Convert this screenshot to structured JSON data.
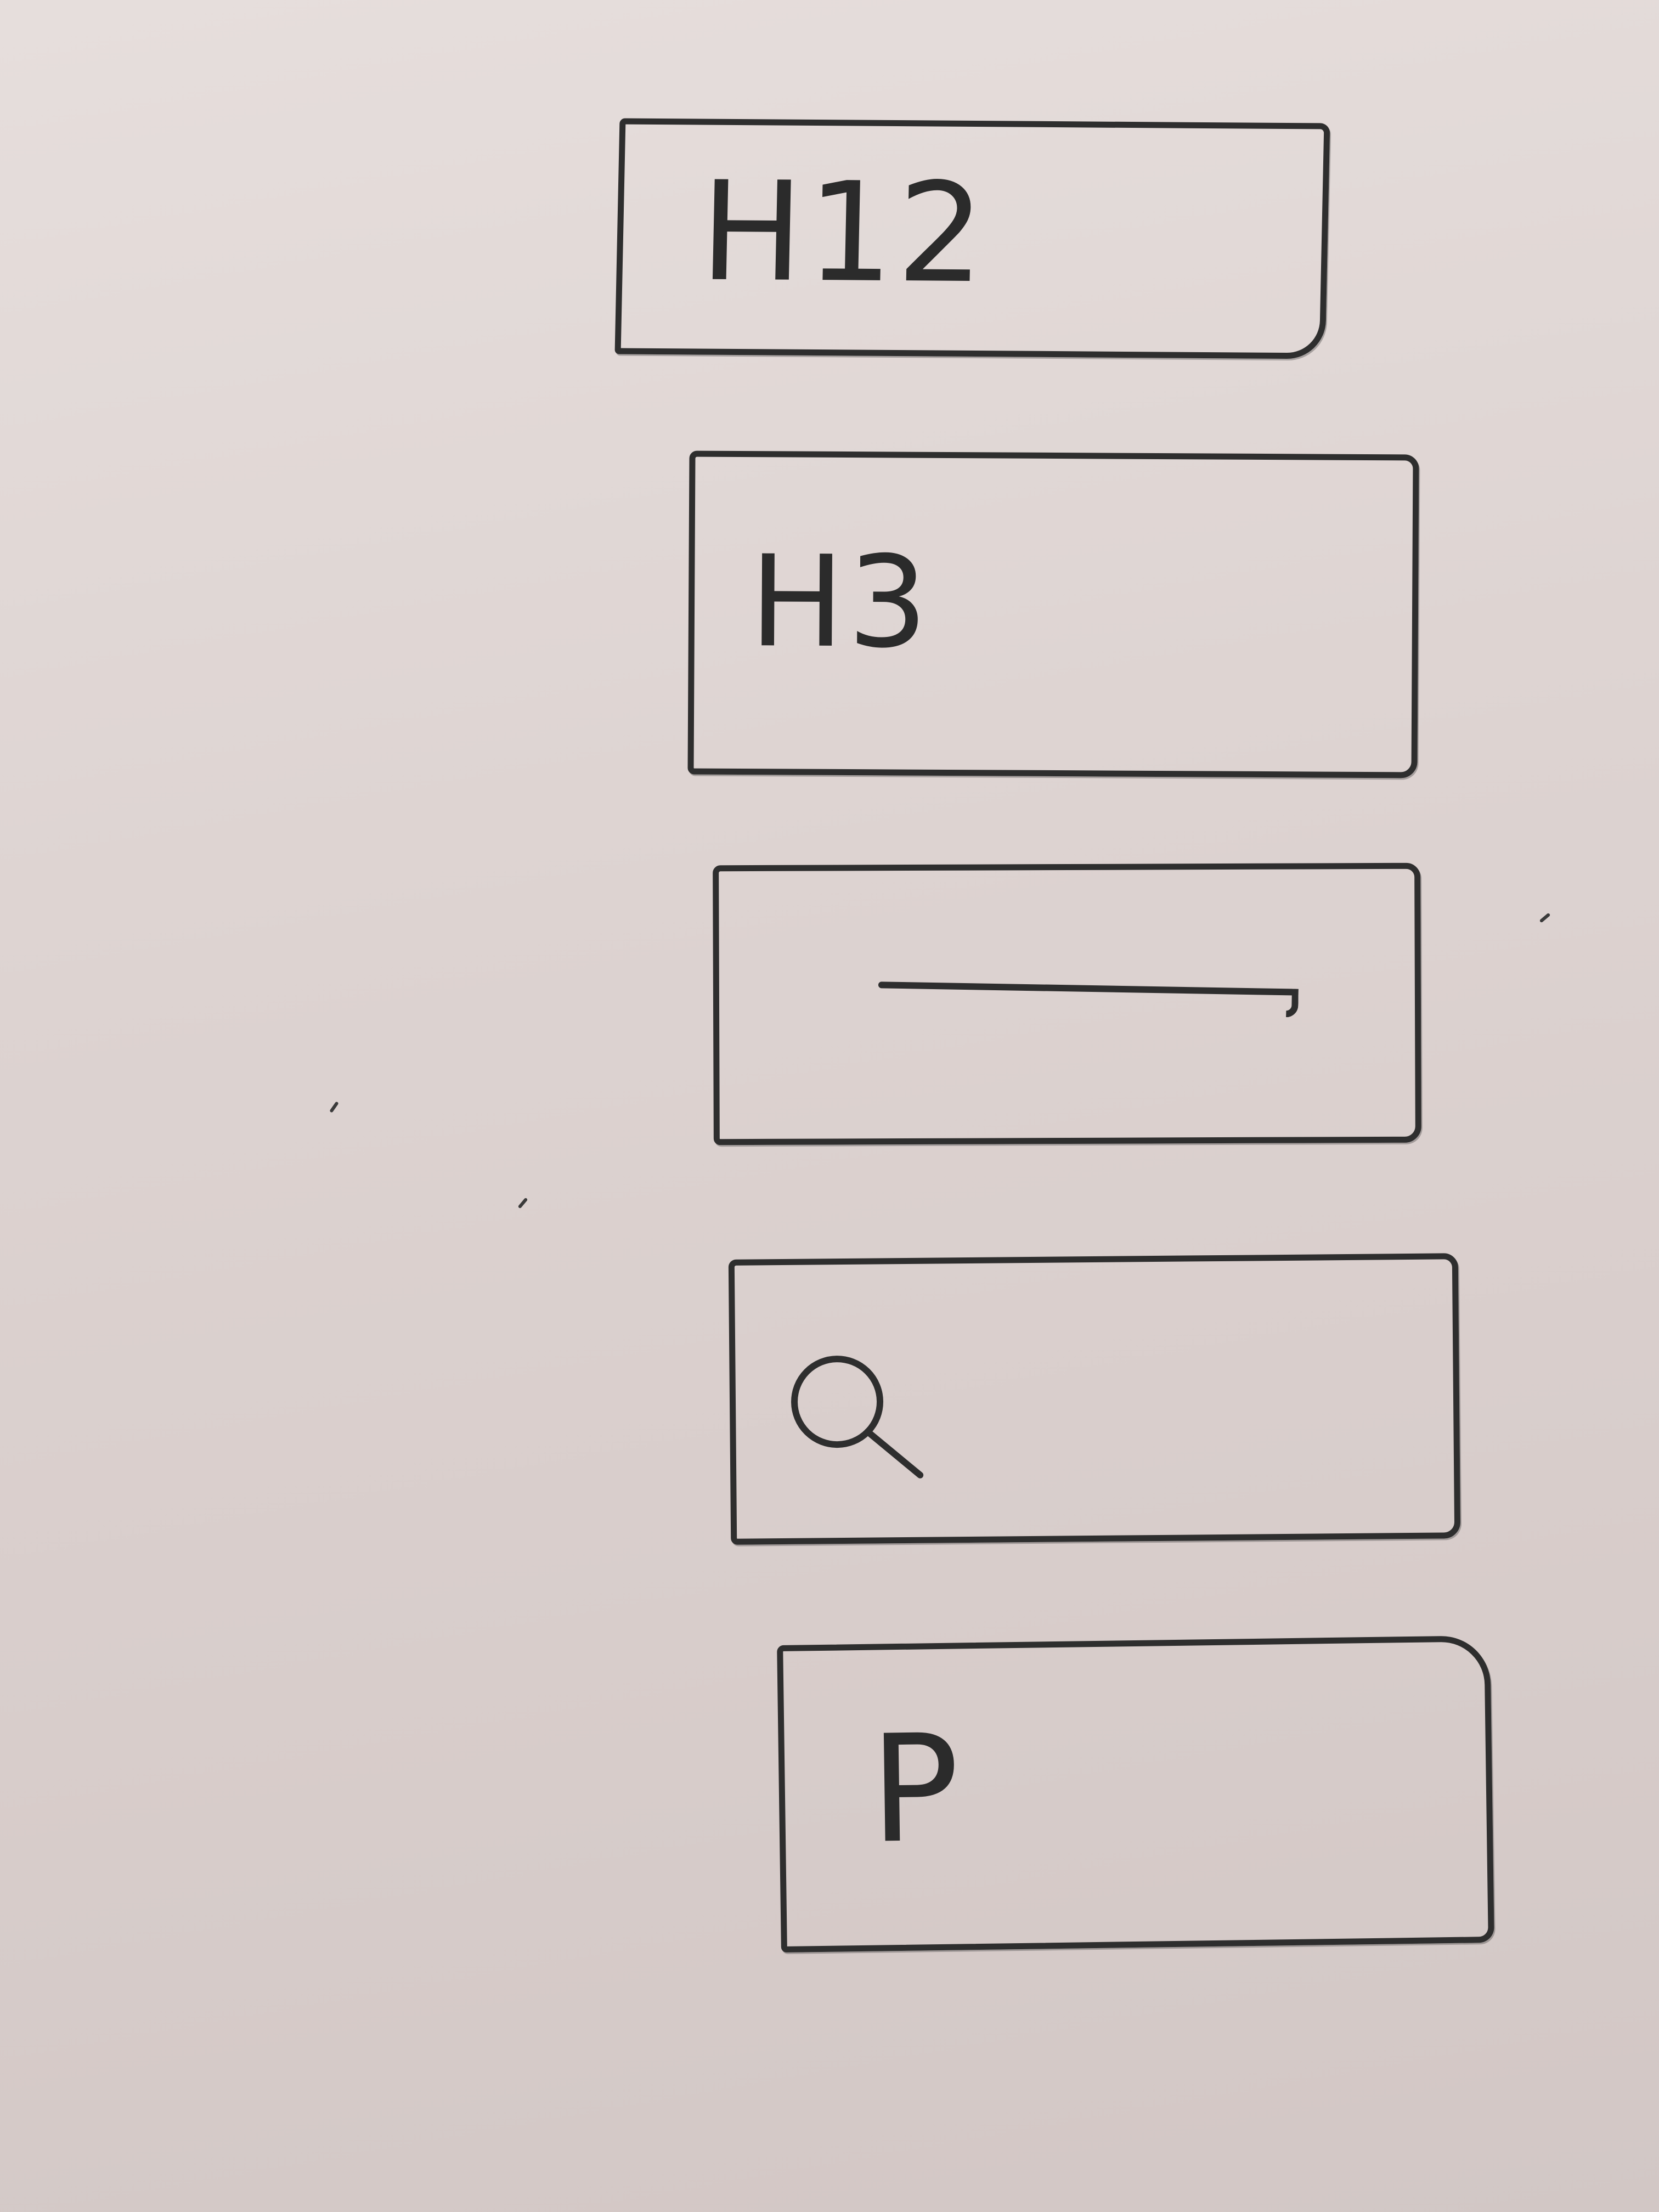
{
  "whiteboard": {
    "boxes": [
      {
        "label": "H12"
      },
      {
        "label": "H3"
      },
      {
        "label": ""
      },
      {
        "label": ""
      },
      {
        "label": "P"
      }
    ],
    "icons": {
      "input_field": "text-input-line-icon",
      "search": "search-icon"
    },
    "colors": {
      "ink": "#2e2e2e",
      "board": "#ddd3d1"
    }
  }
}
